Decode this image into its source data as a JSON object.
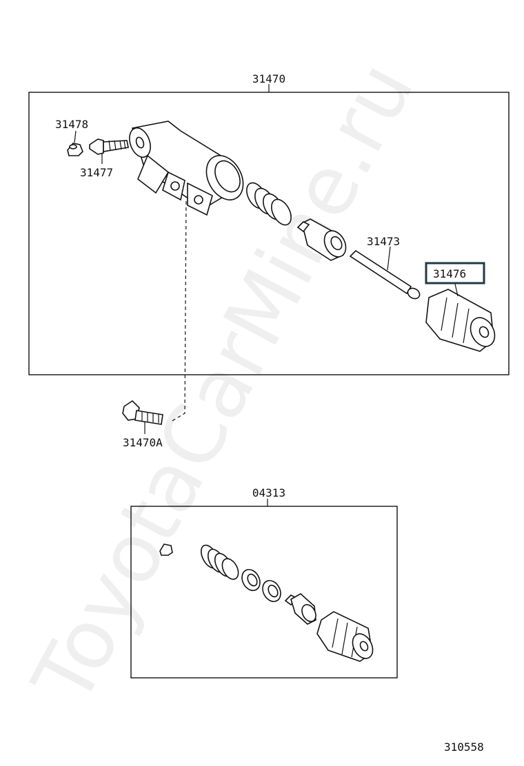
{
  "watermark": "ToyotaCarMine.ru",
  "diagram_id": "310558",
  "highlight_color": "#1f3a4a",
  "assemblies": [
    {
      "label": "31470"
    },
    {
      "label": "04313"
    }
  ],
  "parts": [
    {
      "label": "31478",
      "icon": "cap-icon"
    },
    {
      "label": "31477",
      "icon": "bleeder-screw-icon"
    },
    {
      "label": "31473",
      "icon": "push-rod-icon"
    },
    {
      "label": "31476",
      "icon": "boot-icon",
      "highlighted": true
    },
    {
      "label": "31470A",
      "icon": "bolt-icon"
    }
  ]
}
